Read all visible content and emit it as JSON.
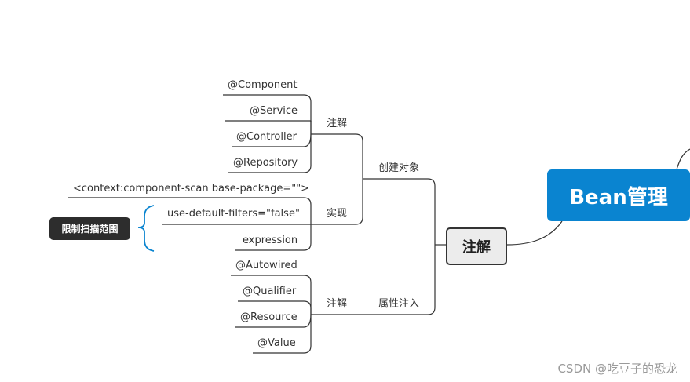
{
  "root": {
    "label": "Bean管理",
    "color": "#0a84d0"
  },
  "topic": {
    "label": "注解"
  },
  "branches": {
    "create_object": {
      "label": "创建对象",
      "annotation_group": {
        "label": "注解",
        "items": [
          "@Component",
          "@Service",
          "@Controller",
          "@Repository"
        ]
      },
      "implementation_group": {
        "label": "实现",
        "items": [
          "<context:component-scan base-package=\"\">",
          "use-default-filters=\"false\"",
          "expression"
        ]
      }
    },
    "property_injection": {
      "label": "属性注入",
      "annotation_group": {
        "label": "注解",
        "items": [
          "@Autowired",
          "@Qualifier",
          "@Resource",
          "@Value"
        ]
      }
    }
  },
  "side_note": {
    "label": "限制扫描范围",
    "bracket_color": "#0a84d0"
  },
  "watermark": "CSDN @吃豆子的恐龙"
}
